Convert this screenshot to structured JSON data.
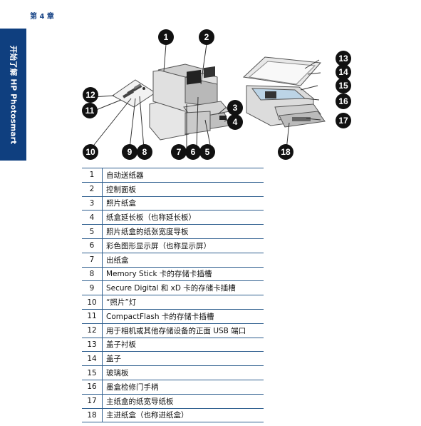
{
  "header": {
    "chapter": "第 4 章"
  },
  "side_tab": {
    "label": "开始了解 HP Photosmart"
  },
  "callouts": [
    "1",
    "2",
    "3",
    "4",
    "5",
    "6",
    "7",
    "8",
    "9",
    "10",
    "11",
    "12",
    "13",
    "14",
    "15",
    "16",
    "17",
    "18"
  ],
  "parts": [
    {
      "num": "1",
      "desc": "自动送纸器"
    },
    {
      "num": "2",
      "desc": "控制面板"
    },
    {
      "num": "3",
      "desc": "照片纸盒"
    },
    {
      "num": "4",
      "desc": "纸盒延长板（也称延长板）"
    },
    {
      "num": "5",
      "desc": "照片纸盒的纸张宽度导板"
    },
    {
      "num": "6",
      "desc": "彩色图形显示屏（也称显示屏）"
    },
    {
      "num": "7",
      "desc": "出纸盒"
    },
    {
      "num": "8",
      "desc": "Memory Stick 卡的存储卡插槽"
    },
    {
      "num": "9",
      "desc": "Secure Digital 和 xD 卡的存储卡插槽"
    },
    {
      "num": "10",
      "desc": "“照片”灯"
    },
    {
      "num": "11",
      "desc": "CompactFlash 卡的存储卡插槽"
    },
    {
      "num": "12",
      "desc": "用于相机或其他存储设备的正面 USB 端口"
    },
    {
      "num": "13",
      "desc": "盖子衬板"
    },
    {
      "num": "14",
      "desc": "盖子"
    },
    {
      "num": "15",
      "desc": "玻璃板"
    },
    {
      "num": "16",
      "desc": "墨盒检修门手柄"
    },
    {
      "num": "17",
      "desc": "主纸盒的纸宽导纸板"
    },
    {
      "num": "18",
      "desc": "主进纸盒（也称进纸盒）"
    }
  ]
}
